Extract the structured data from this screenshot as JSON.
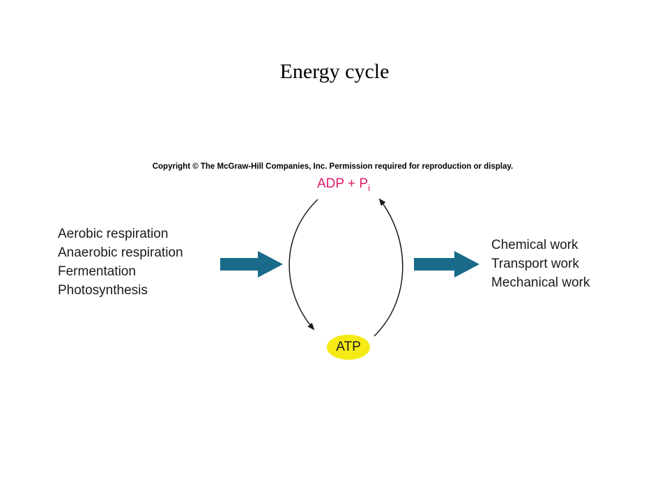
{
  "slide": {
    "title": "Energy cycle",
    "copyright": "Copyright © The McGraw-Hill Companies, Inc. Permission required for reproduction or display."
  },
  "cycle": {
    "top_label": "ADP + P",
    "top_label_subscript": "i",
    "bottom_label": "ATP"
  },
  "inputs": [
    "Aerobic respiration",
    "Anaerobic respiration",
    "Fermentation",
    "Photosynthesis"
  ],
  "outputs": [
    "Chemical work",
    "Transport work",
    "Mechanical work"
  ],
  "colors": {
    "adp_text": "#dd1a6c",
    "atp_fill": "#f5ea14",
    "arrow_fill": "#1a6a8a"
  }
}
